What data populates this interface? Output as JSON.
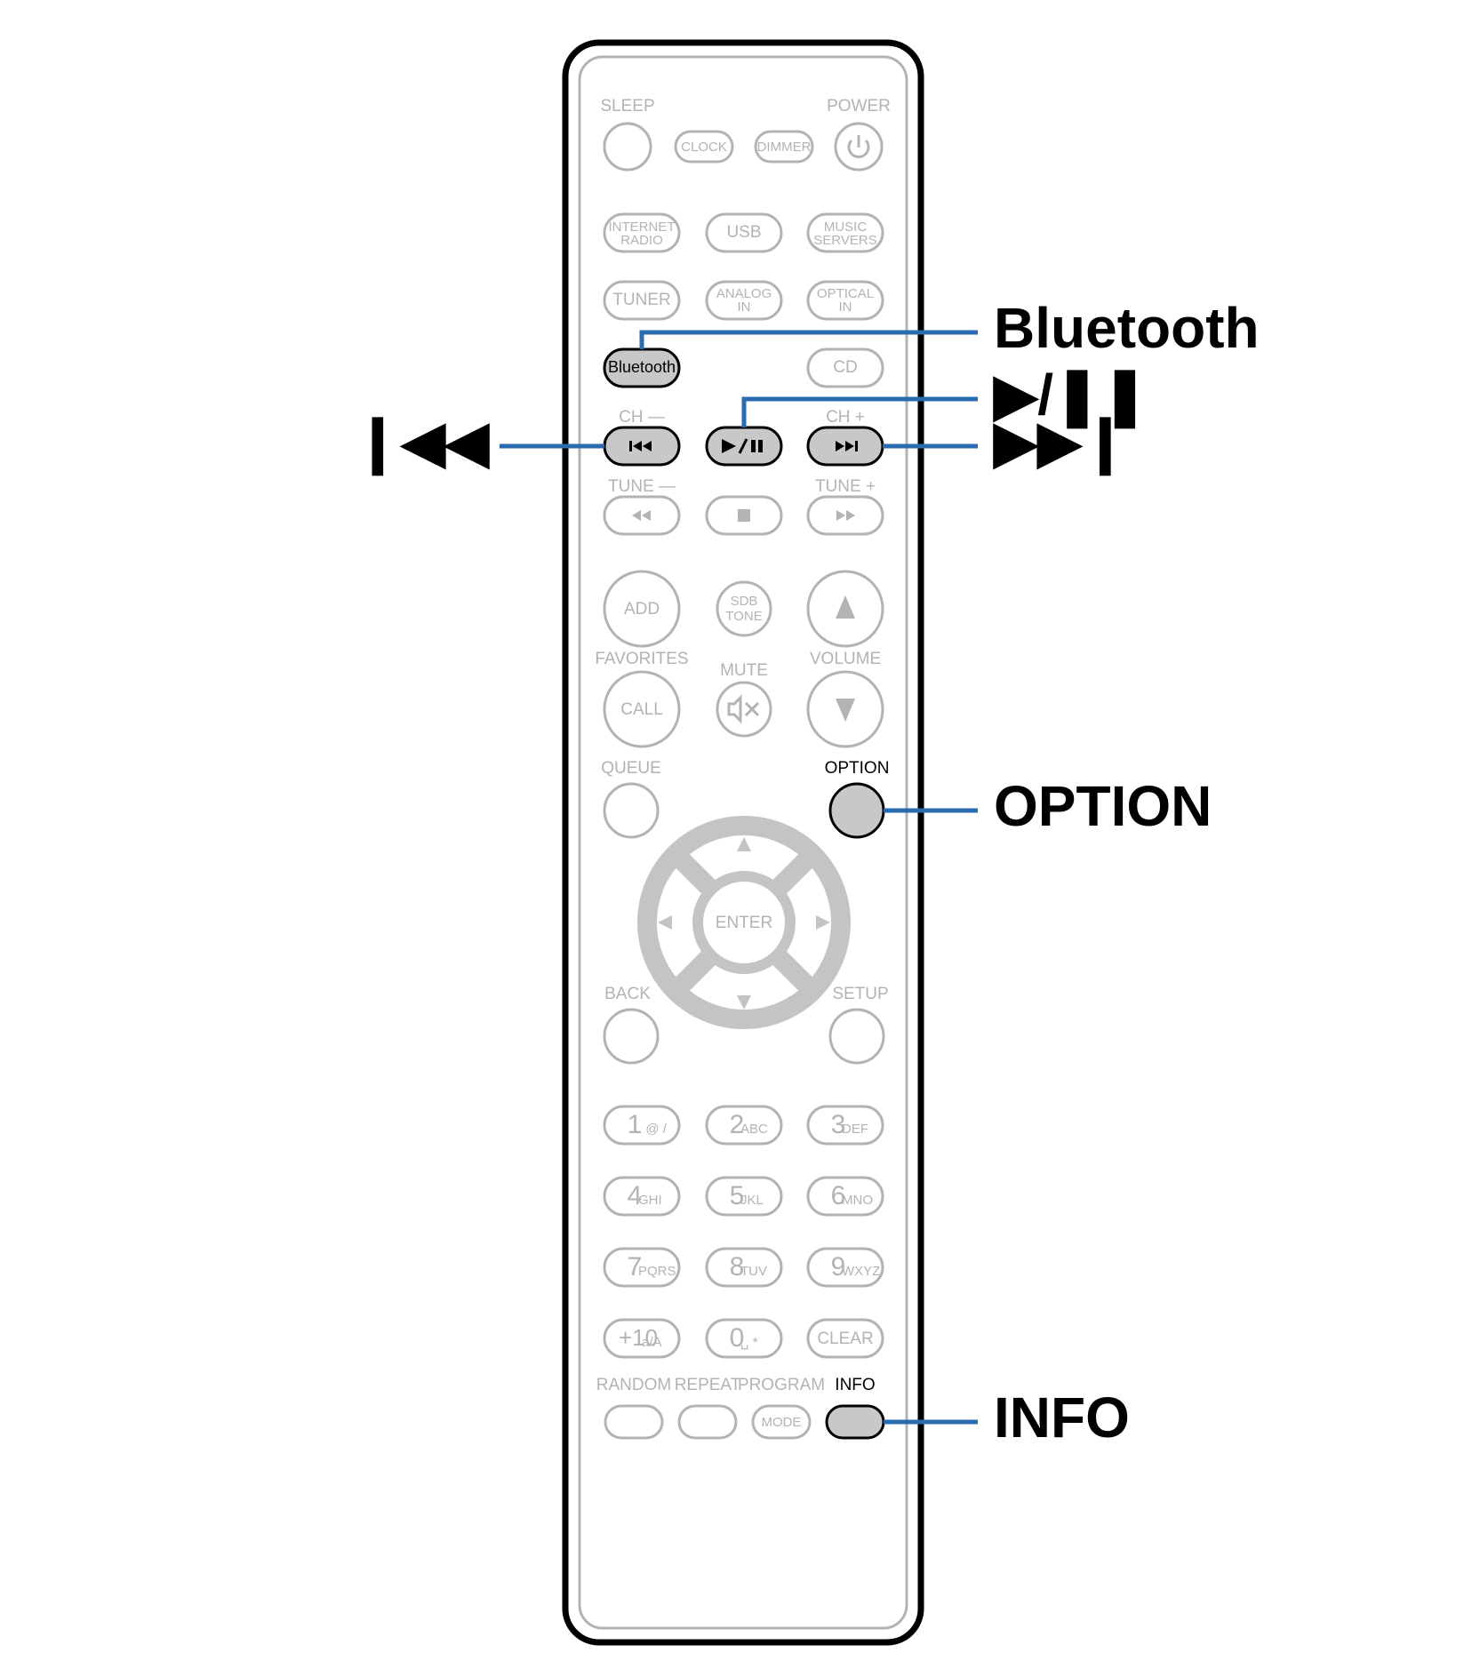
{
  "remote": {
    "top": {
      "sleep": "SLEEP",
      "clock": "CLOCK",
      "dimmer": "DIMMER",
      "power": "POWER"
    },
    "sources": {
      "internet_radio": [
        "INTERNET",
        "RADIO"
      ],
      "usb": "USB",
      "music_servers": [
        "MUSIC",
        "SERVERS"
      ],
      "tuner": "TUNER",
      "analog_in": [
        "ANALOG",
        "IN"
      ],
      "optical_in": [
        "OPTICAL",
        "IN"
      ],
      "bluetooth": "Bluetooth",
      "cd": "CD"
    },
    "transport": {
      "ch_minus": "CH —",
      "ch_plus": "CH +",
      "tune_minus": "TUNE —",
      "tune_plus": "TUNE +"
    },
    "mid": {
      "add": "ADD",
      "sdb_tone": [
        "SDB",
        "TONE"
      ],
      "favorites": "FAVORITES",
      "mute": "MUTE",
      "volume": "VOLUME",
      "call": "CALL",
      "queue": "QUEUE",
      "option": "OPTION",
      "enter": "ENTER",
      "back": "BACK",
      "setup": "SETUP"
    },
    "keypad": [
      {
        "n": "1",
        "s": ". @ /"
      },
      {
        "n": "2",
        "s": "ABC"
      },
      {
        "n": "3",
        "s": "DEF"
      },
      {
        "n": "4",
        "s": "GHI"
      },
      {
        "n": "5",
        "s": "JKL"
      },
      {
        "n": "6",
        "s": "MNO"
      },
      {
        "n": "7",
        "s": "PQRS"
      },
      {
        "n": "8",
        "s": "TUV"
      },
      {
        "n": "9",
        "s": "WXYZ"
      },
      {
        "n": "+10",
        "s": "a/A"
      },
      {
        "n": "0",
        "s": "␣ *"
      },
      {
        "n": "CLEAR",
        "s": ""
      }
    ],
    "bottom": {
      "random": "RANDOM",
      "repeat": "REPEAT",
      "program": "PROGRAM",
      "mode": "MODE",
      "info": "INFO"
    }
  },
  "callouts": {
    "bluetooth": "Bluetooth",
    "play_pause": "▶/❚❚",
    "previous": "❙◀◀",
    "next": "▶▶❙",
    "option": "OPTION",
    "info": "INFO"
  },
  "colors": {
    "leader": "#2b6cb0",
    "highlight_fill": "#c8c8c8",
    "inactive": "#b3b3b3"
  }
}
